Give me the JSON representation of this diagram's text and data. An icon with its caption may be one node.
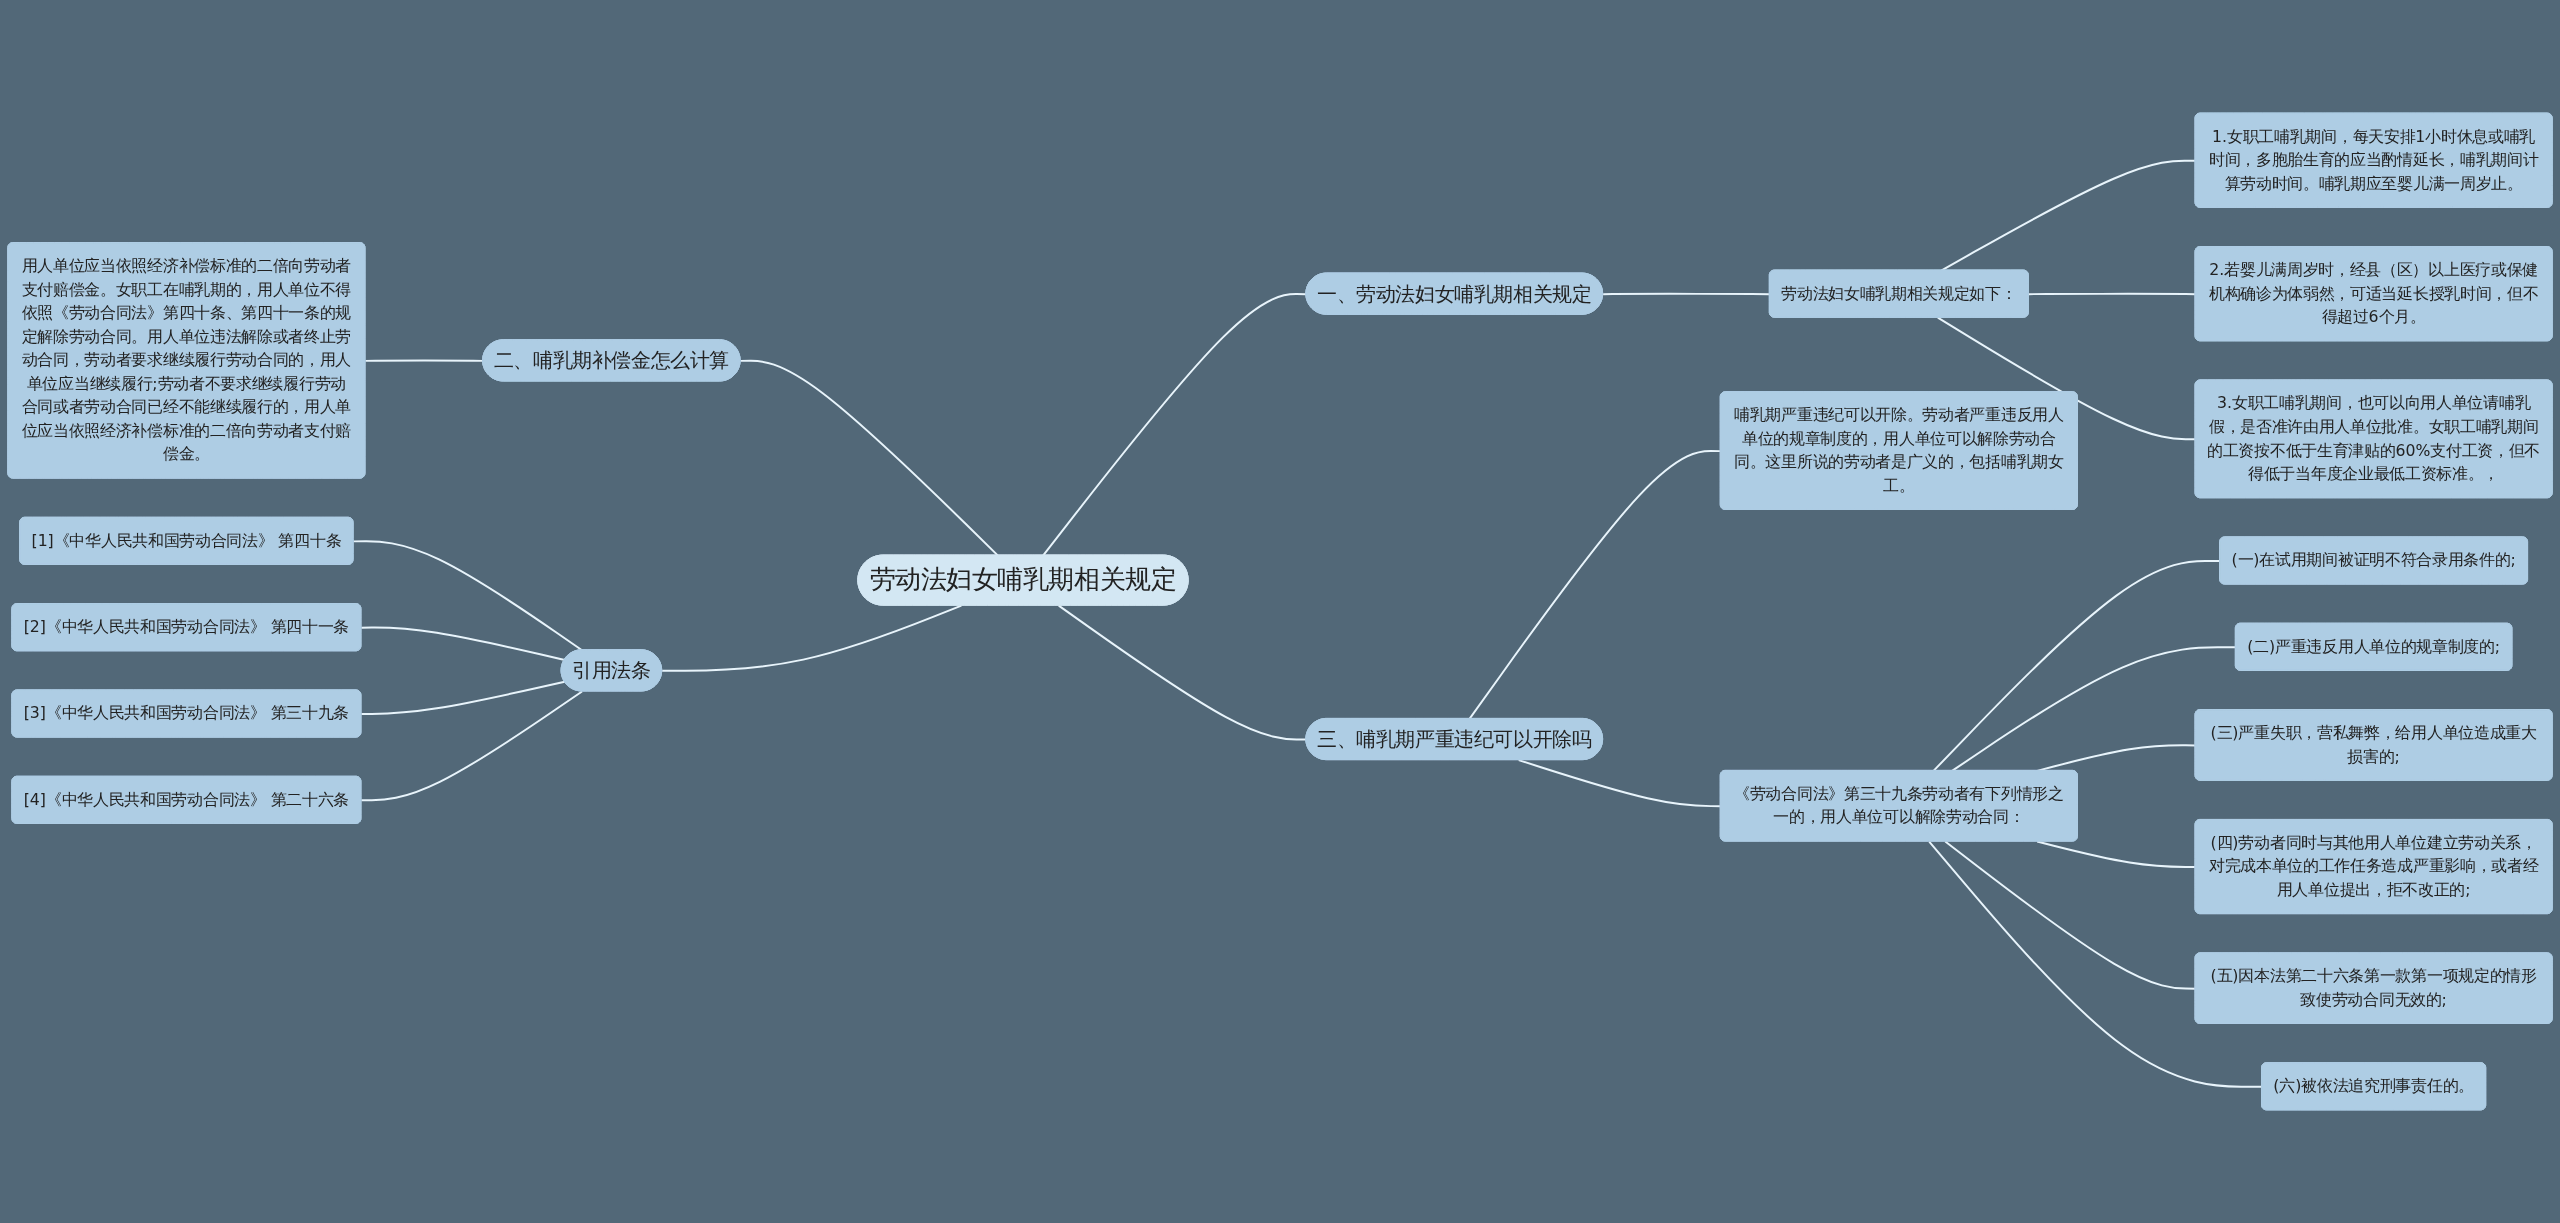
{
  "diagram": {
    "nodes": [
      {
        "text": [
          "劳动法妇女哺乳期相关规定"
        ]
      },
      {
        "text": [
          "一、劳动法妇女哺乳期相关规定"
        ]
      },
      {
        "text": [
          "劳动法妇女哺乳期相关规定如下："
        ]
      },
      {
        "text": [
          "1.女职工哺乳期间，每天安排1小时休息或哺乳时间，多胞胎生育的应当酌情延长，哺乳期间计算劳动时间。哺乳期应至婴儿满一周岁止。"
        ]
      },
      {
        "text": [
          "2.若婴儿满周岁时，经县（区）以上医疗或保健机构确诊为体弱然，可适当延长授乳时间，但不得超过6个月。"
        ]
      },
      {
        "text": [
          "3.女职工哺乳期间，也可以向用人单位请哺乳假，是否准许由用人单位批准。女职工哺乳期间的工资按不低于生育津贴的60%支付工资，但不得低于当年度企业最低工资标准。，"
        ]
      },
      {
        "text": [
          "二、哺乳期补偿金怎么计算"
        ]
      },
      {
        "text": [
          "用人单位应当依照经济补偿标准的二倍向劳动者支付赔偿金。女职工在哺乳期的，用人单位不得依照《劳动合同法》第四十条、第四十一条的规定解除劳动合同。用人单位违法解除或者终止劳动合同，劳动者要求继续履行劳动合同的，用人单位应当继续履行;劳动者不要求继续履行劳动合同或者劳动合同已经不能继续履行的，用人单位应当依照经济补偿标准的二倍向劳动者支付赔偿金。"
        ]
      },
      {
        "text": [
          "三、哺乳期严重违纪可以开除吗"
        ]
      },
      {
        "text": [
          "哺乳期严重违纪可以开除。劳动者严重违反用人单位的规章制度的，用人单位可以解除劳动合同。这里所说的劳动者是广义的，包括哺乳期女工。"
        ]
      },
      {
        "text": [
          "《劳动合同法》第三十九条劳动者有下列情形之一的，用人单位可以解除劳动合同："
        ]
      },
      {
        "text": [
          "(一)在试用期间被证明不符合录用条件的;"
        ]
      },
      {
        "text": [
          "(二)严重违反用人单位的规章制度的;"
        ]
      },
      {
        "text": [
          "(三)严重失职，营私舞弊，给用人单位造成重大损害的;"
        ]
      },
      {
        "text": [
          "(四)劳动者同时与其他用人单位建立劳动关系，对完成本单位的工作任务造成严重影响，或者经用人单位提出，拒不改正的;"
        ]
      },
      {
        "text": [
          "(五)因本法第二十六条第一款第一项规定的情形致使劳动合同无效的;"
        ]
      },
      {
        "text": [
          "(六)被依法追究刑事责任的。"
        ]
      },
      {
        "text": [
          "引用法条"
        ]
      },
      {
        "text": [
          "[1]《中华人民共和国劳动合同法》 第四十条"
        ]
      },
      {
        "text": [
          "[2]《中华人民共和国劳动合同法》 第四十一条"
        ]
      },
      {
        "text": [
          "[3]《中华人民共和国劳动合同法》 第三十九条"
        ]
      },
      {
        "text": [
          "[4]《中华人民共和国劳动合同法》 第二十六条"
        ]
      }
    ],
    "edges": [
      {
        "from": 0,
        "to": 1,
        "arrow": "none"
      },
      {
        "from": 1,
        "to": 2,
        "arrow": "none"
      },
      {
        "from": 2,
        "to": 3,
        "arrow": "none"
      },
      {
        "from": 2,
        "to": 4,
        "arrow": "none"
      },
      {
        "from": 2,
        "to": 5,
        "arrow": "none"
      },
      {
        "from": 7,
        "to": 6,
        "arrow": "none"
      },
      {
        "from": 6,
        "to": 0,
        "arrow": "none"
      },
      {
        "from": 0,
        "to": 8,
        "arrow": "none"
      },
      {
        "from": 8,
        "to": 9,
        "arrow": "none"
      },
      {
        "from": 8,
        "to": 10,
        "arrow": "none"
      },
      {
        "from": 10,
        "to": 11,
        "arrow": "none"
      },
      {
        "from": 10,
        "to": 12,
        "arrow": "none"
      },
      {
        "from": 10,
        "to": 13,
        "arrow": "none"
      },
      {
        "from": 10,
        "to": 14,
        "arrow": "none"
      },
      {
        "from": 10,
        "to": 15,
        "arrow": "none"
      },
      {
        "from": 10,
        "to": 16,
        "arrow": "none"
      },
      {
        "from": 18,
        "to": 17,
        "arrow": "none"
      },
      {
        "from": 19,
        "to": 17,
        "arrow": "none"
      },
      {
        "from": 20,
        "to": 17,
        "arrow": "none"
      },
      {
        "from": 21,
        "to": 17,
        "arrow": "none"
      },
      {
        "from": 17,
        "to": 0,
        "arrow": "none"
      }
    ]
  }
}
